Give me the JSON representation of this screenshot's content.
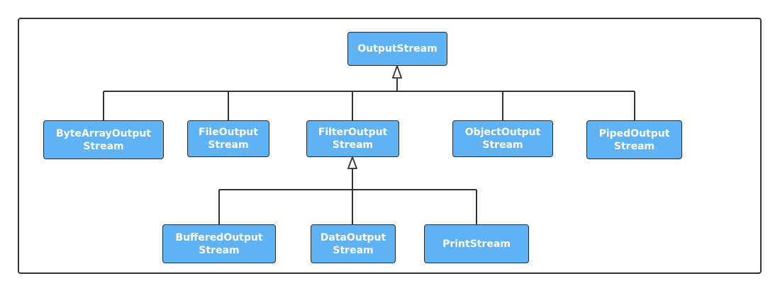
{
  "diagram": {
    "root": {
      "line1": "OutputStream"
    },
    "level1": [
      {
        "line1": "ByteArrayOutput",
        "line2": "Stream"
      },
      {
        "line1": "FileOutput",
        "line2": "Stream"
      },
      {
        "line1": "FilterOutput",
        "line2": "Stream"
      },
      {
        "line1": "ObjectOutput",
        "line2": "Stream"
      },
      {
        "line1": "PipedOutput",
        "line2": "Stream"
      }
    ],
    "level2": [
      {
        "line1": "BufferedOutput",
        "line2": "Stream"
      },
      {
        "line1": "DataOutput",
        "line2": "Stream"
      },
      {
        "line1": "PrintStream"
      }
    ]
  },
  "colors": {
    "box_fill": "#5fb2f3",
    "box_border": "#2b2b2b",
    "connector": "#333333",
    "text": "#ffffff"
  }
}
